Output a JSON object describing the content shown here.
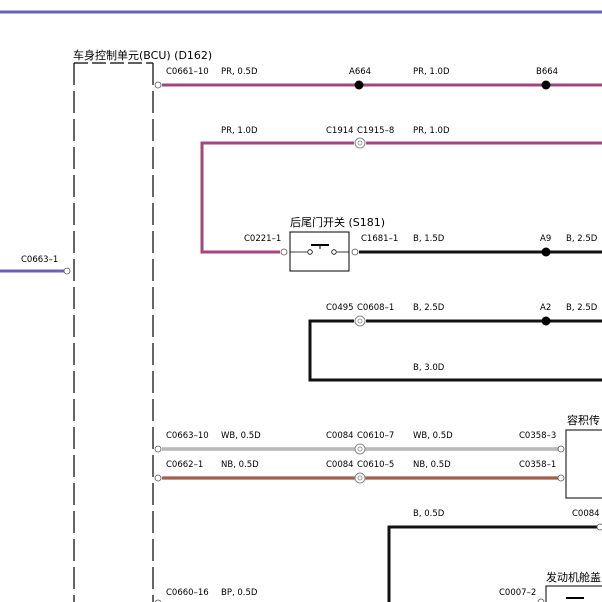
{
  "colors": {
    "top_border": "#6a61b8",
    "wire_pr": "#a3457e",
    "wire_b": "#111111",
    "wire_blue": "#6a61b8",
    "wire_wb": "#8a8a8a",
    "wire_nb": "#7a3a2a",
    "wire_nb_core": "#d08060"
  },
  "modules": {
    "bcu_title": "车身控制单元(BCU) (D162)",
    "switch_title": "后尾门开关 (S181)",
    "volume_sensor_title": "容积传",
    "engine_bay_title": "发动机舱盖"
  },
  "labels": {
    "c0663_1": "C0663–1",
    "c0661_10": "C0661–10",
    "pr_05d": "PR, 0.5D",
    "a664": "A664",
    "pr_10d_a": "PR, 1.0D",
    "b664": "B664",
    "pr_10d_b": "PR, 1.0D",
    "c1914": "C1914",
    "c1915_8": "C1915–8",
    "pr_10d_c": "PR, 1.0D",
    "c0221_1": "C0221–1",
    "c1681_1": "C1681–1",
    "b_15d": "B, 1.5D",
    "a9": "A9",
    "b_25d_a": "B, 2.5D",
    "c0495": "C0495",
    "c0608_1": "C0608–1",
    "b_25d_b": "B, 2.5D",
    "a2": "A2",
    "b_25d_c": "B, 2.5D",
    "b_30d": "B, 3.0D",
    "c0663_10": "C0663–10",
    "wb_05d_a": "WB, 0.5D",
    "c0084_a": "C0084",
    "c0610_7": "C0610–7",
    "wb_05d_b": "WB, 0.5D",
    "c0358_3": "C0358–3",
    "c0662_1": "C0662–1",
    "nb_05d_a": "NB, 0.5D",
    "c0084_b": "C0084",
    "c0610_5": "C0610–5",
    "nb_05d_b": "NB, 0.5D",
    "c0358_1": "C0358–1",
    "b_05d": "B, 0.5D",
    "c0084_c": "C0084",
    "c0660_16": "C0660–16",
    "bp_05d": "BP, 0.5D",
    "c0007_2": "C0007–2"
  }
}
